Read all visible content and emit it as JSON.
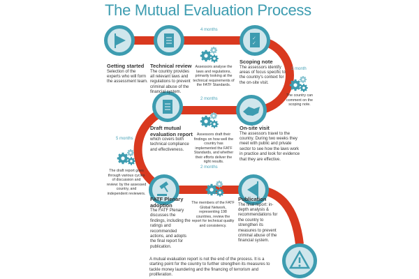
{
  "title": "The Mutual Evaluation Process",
  "colors": {
    "teal": "#3d9cb0",
    "light_teal": "#cfe6ec",
    "red": "#d9391f"
  },
  "steps": [
    {
      "title": "Getting started",
      "text": "Selection of the experts who will form the assessment team.",
      "icon": "flag-icon"
    },
    {
      "title": "Technical review",
      "text": "The country provides all relevant laws and regulations to prevent criminal abuse of the financial system.",
      "icon": "document-icon"
    },
    {
      "title": "Scoping note",
      "text": "The assessors identify areas of focus specific to the country's context for the on-site visit.",
      "icon": "checklist-icon"
    },
    {
      "title": "On-site visit",
      "text": "The assessors travel to the country. During two weeks they meet with public and private sector to see how the laws work in practice and look for evidence that they are effective.",
      "icon": "handshake-icon"
    },
    {
      "title": "Draft mutual evaluation report",
      "text": "which covers both technical compliance and effectiveness.",
      "icon": "report-icon"
    },
    {
      "title": "FATF Plenary adoption",
      "text": "The FATF Plenary discusses the findings, including the ratings and recommended actions, and adopts the final report for publication.",
      "icon": "gavel-icon"
    },
    {
      "title": "Publication",
      "text": "The final report: in-depth analysis & recommendations for the country to strengthen its measures to prevent criminal abuse of the financial system.",
      "icon": "megaphone-icon"
    }
  ],
  "durations": [
    {
      "label": "4 months",
      "note": "Assessors analyse the laws and regulations, primarily looking at the technical requirements of the FATF Standards."
    },
    {
      "label": "1 month",
      "note": "The country can comment on the scoping note."
    },
    {
      "label": "2 months",
      "note": "Assessors draft their findings on how well the country has implemented the FATF Standards, and whether their efforts deliver the right results."
    },
    {
      "label": "5 months",
      "note": "The draft report goes through various cycles of discussion and review: by the assessed country, and independent reviewers."
    },
    {
      "label": "2 months",
      "note": "The members of the FATF Global Network, representing 198 countries, review the report for technical quality and consistency."
    }
  ],
  "footer": "A mutual evaluation report is not the end of the process. It is a starting point for the country to further strengthen its measures to tackle money laundering and the financing of terrorism and proliferation."
}
